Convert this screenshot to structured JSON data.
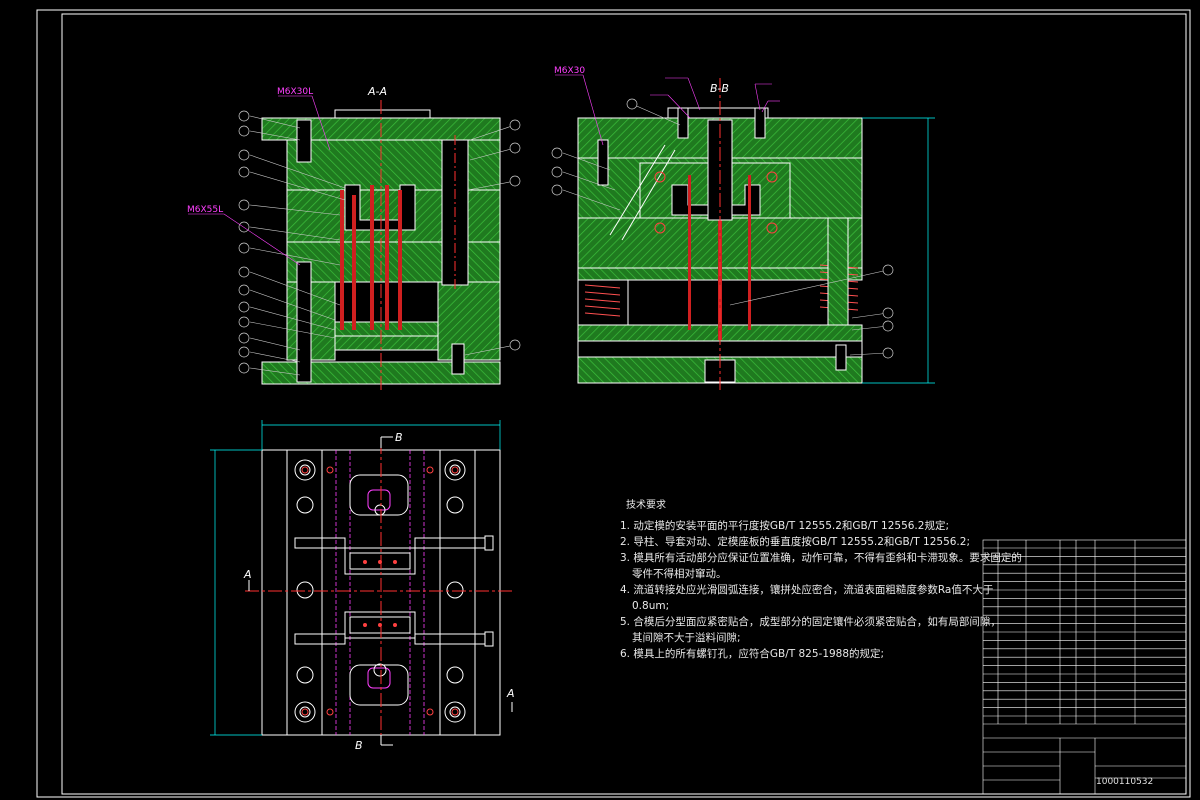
{
  "sections": {
    "aa": "A-A",
    "bb": "B-B",
    "b_top": "B",
    "b_bottom": "B",
    "a_left": "A",
    "a_right": "A"
  },
  "callouts": {
    "m6x30l": "M6X30L",
    "m6x55l": "M6X55L",
    "m6x30": "M6X30"
  },
  "technical_notes": {
    "title": "技术要求",
    "lines": [
      "1. 动定模的安装平面的平行度按GB/T 12555.2和GB/T 12556.2规定;",
      "2. 导柱、导套对动、定模座板的垂直度按GB/T 12555.2和GB/T 12556.2;",
      "3. 模具所有活动部分应保证位置准确，动作可靠，不得有歪斜和卡滞现象。要求固定的",
      "零件不得相对窜动。",
      "4. 流道转接处应光滑圆弧连接，镶拼处应密合，流道表面粗糙度参数Ra值不大于",
      "0.8um;",
      "5. 合模后分型面应紧密贴合，成型部分的固定镶件必须紧密贴合，如有局部间隙，",
      "其间隙不大于溢料间隙;",
      "6. 模具上的所有螺钉孔，应符合GB/T 825-1988的规定;"
    ]
  },
  "title_block": {
    "drawing_number": "1000110532"
  },
  "colors": {
    "background": "#000000",
    "outline": "#ffffff",
    "hatch": "#1f7a1f",
    "hatch_line": "#3bbf3b",
    "center_line": "#ff3030",
    "dimension": "#00ffff",
    "callout_text": "#ff40ff",
    "hidden_line": "#ff40ff",
    "pin": "#d02020"
  }
}
